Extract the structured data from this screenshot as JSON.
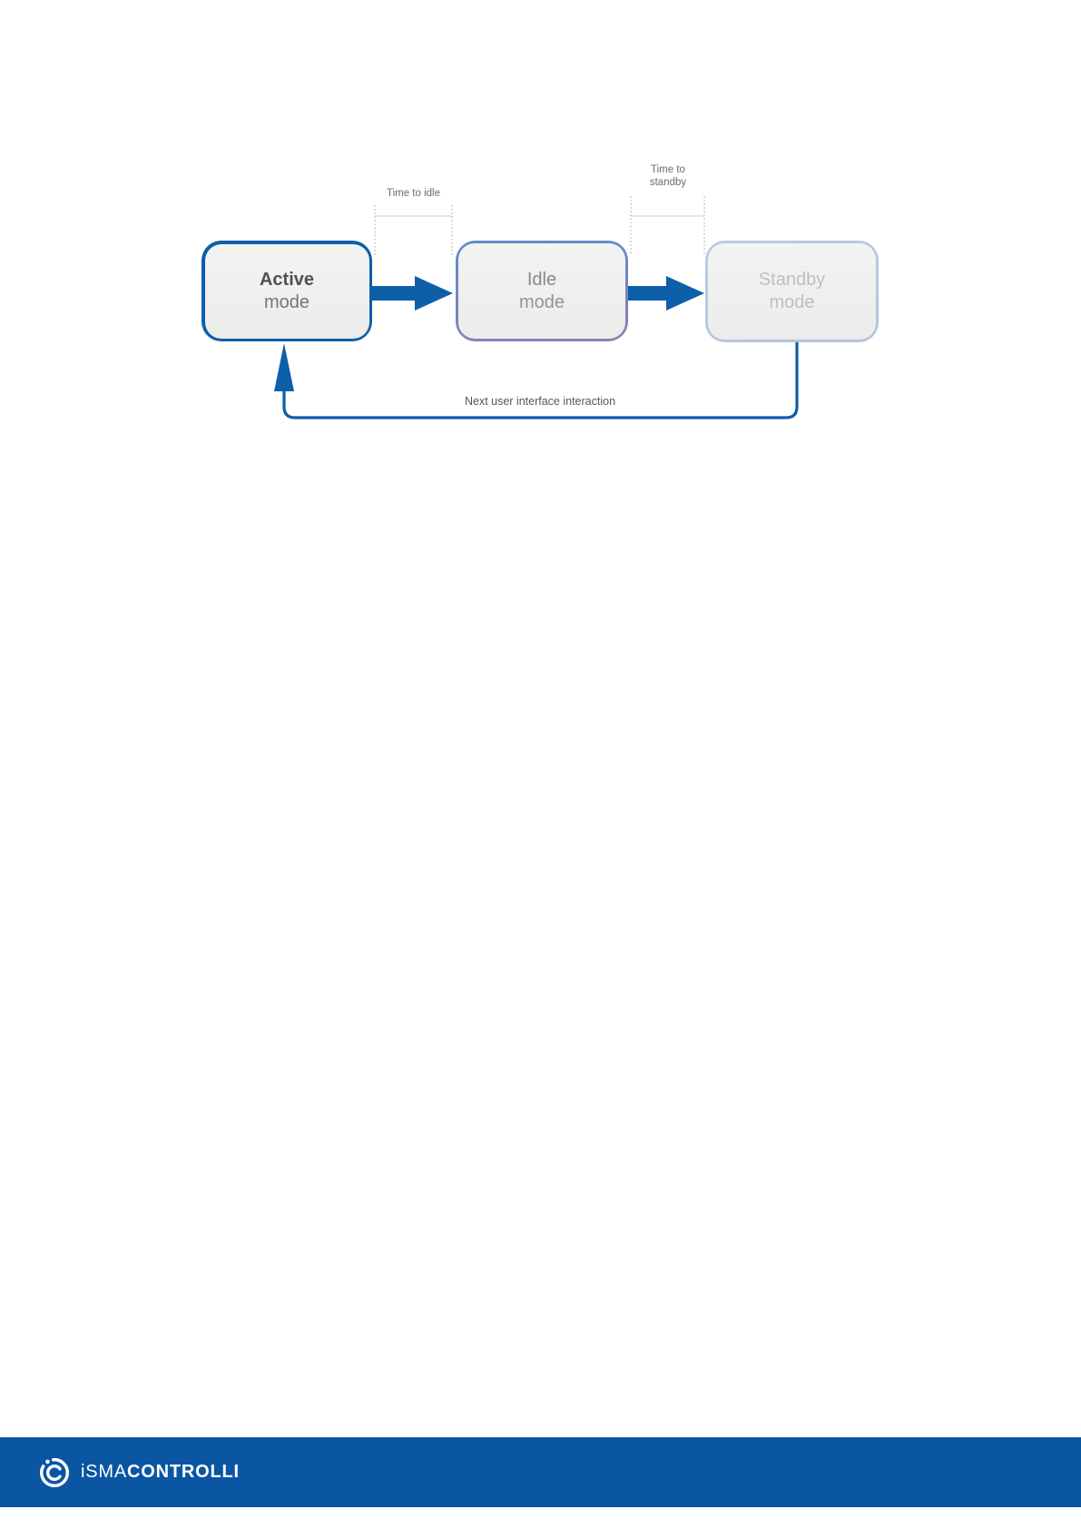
{
  "diagram": {
    "boxes": [
      {
        "id": "active",
        "line1": "Active",
        "line2": "mode"
      },
      {
        "id": "idle",
        "line1": "Idle",
        "line2": "mode"
      },
      {
        "id": "standby",
        "line1": "Standby",
        "line2": "mode"
      }
    ],
    "brackets": [
      {
        "label": "Time to idle"
      },
      {
        "label_line1": "Time to",
        "label_line2": "standby"
      }
    ],
    "return_label": "Next user interface interaction"
  },
  "footer": {
    "brand_light": "iSMA",
    "brand_bold": "CONTROLLI"
  },
  "colors": {
    "strong-blue": "#0d5fa9",
    "idle-border-top": "#5d8cc9",
    "idle-border-bottom": "#8a81b3",
    "standby-border": "#b5c3dc",
    "box-fill-top": "#f3f3f2",
    "box-fill-bottom": "#ececeb",
    "text-active": "#4f5154",
    "text-idle": "#87888b",
    "text-standby": "#bdbfc2",
    "label-gray": "#6b6c6e",
    "dotted": "#9d9ea0",
    "footer-bg": "#0a56a3",
    "footer-fg": "#ffffff"
  }
}
